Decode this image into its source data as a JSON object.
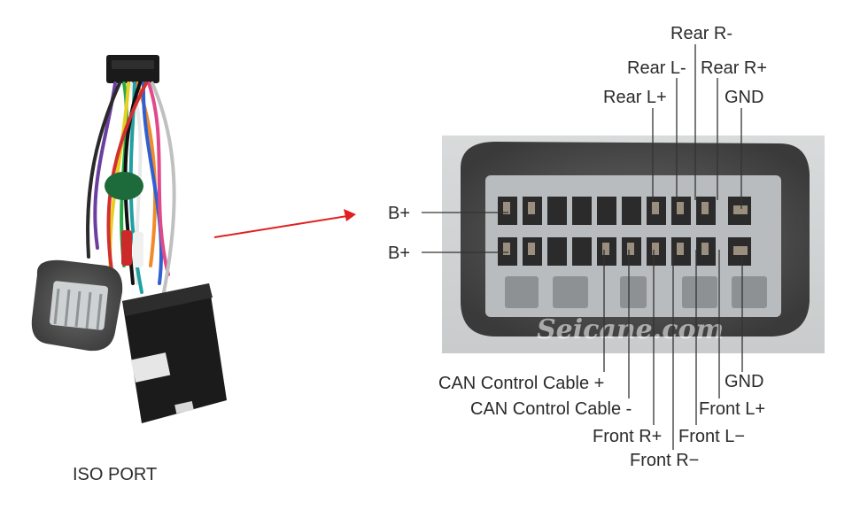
{
  "caption": "ISO PORT",
  "watermark": "Seicane.com",
  "colors": {
    "arrow": "#e02020",
    "leader": "#333333",
    "label": "#2b2b2b",
    "connector_gray": "#b9bcbe",
    "foam": "#4a4a4a",
    "box": "#1b1b1b"
  },
  "labels": {
    "rear_r_minus": "Rear R-",
    "rear_l_minus": "Rear L-",
    "rear_r_plus": "Rear R+",
    "rear_l_plus": "Rear L+",
    "gnd_top": "GND",
    "b_plus_1": "B+",
    "b_plus_2": "B+",
    "can_plus": "CAN Control Cable +",
    "can_minus": "CAN Control Cable -",
    "gnd_bottom": "GND",
    "front_l_plus": "Front L+",
    "front_r_plus": "Front R+",
    "front_l_minus": "Front L−",
    "front_r_minus": "Front R−"
  }
}
